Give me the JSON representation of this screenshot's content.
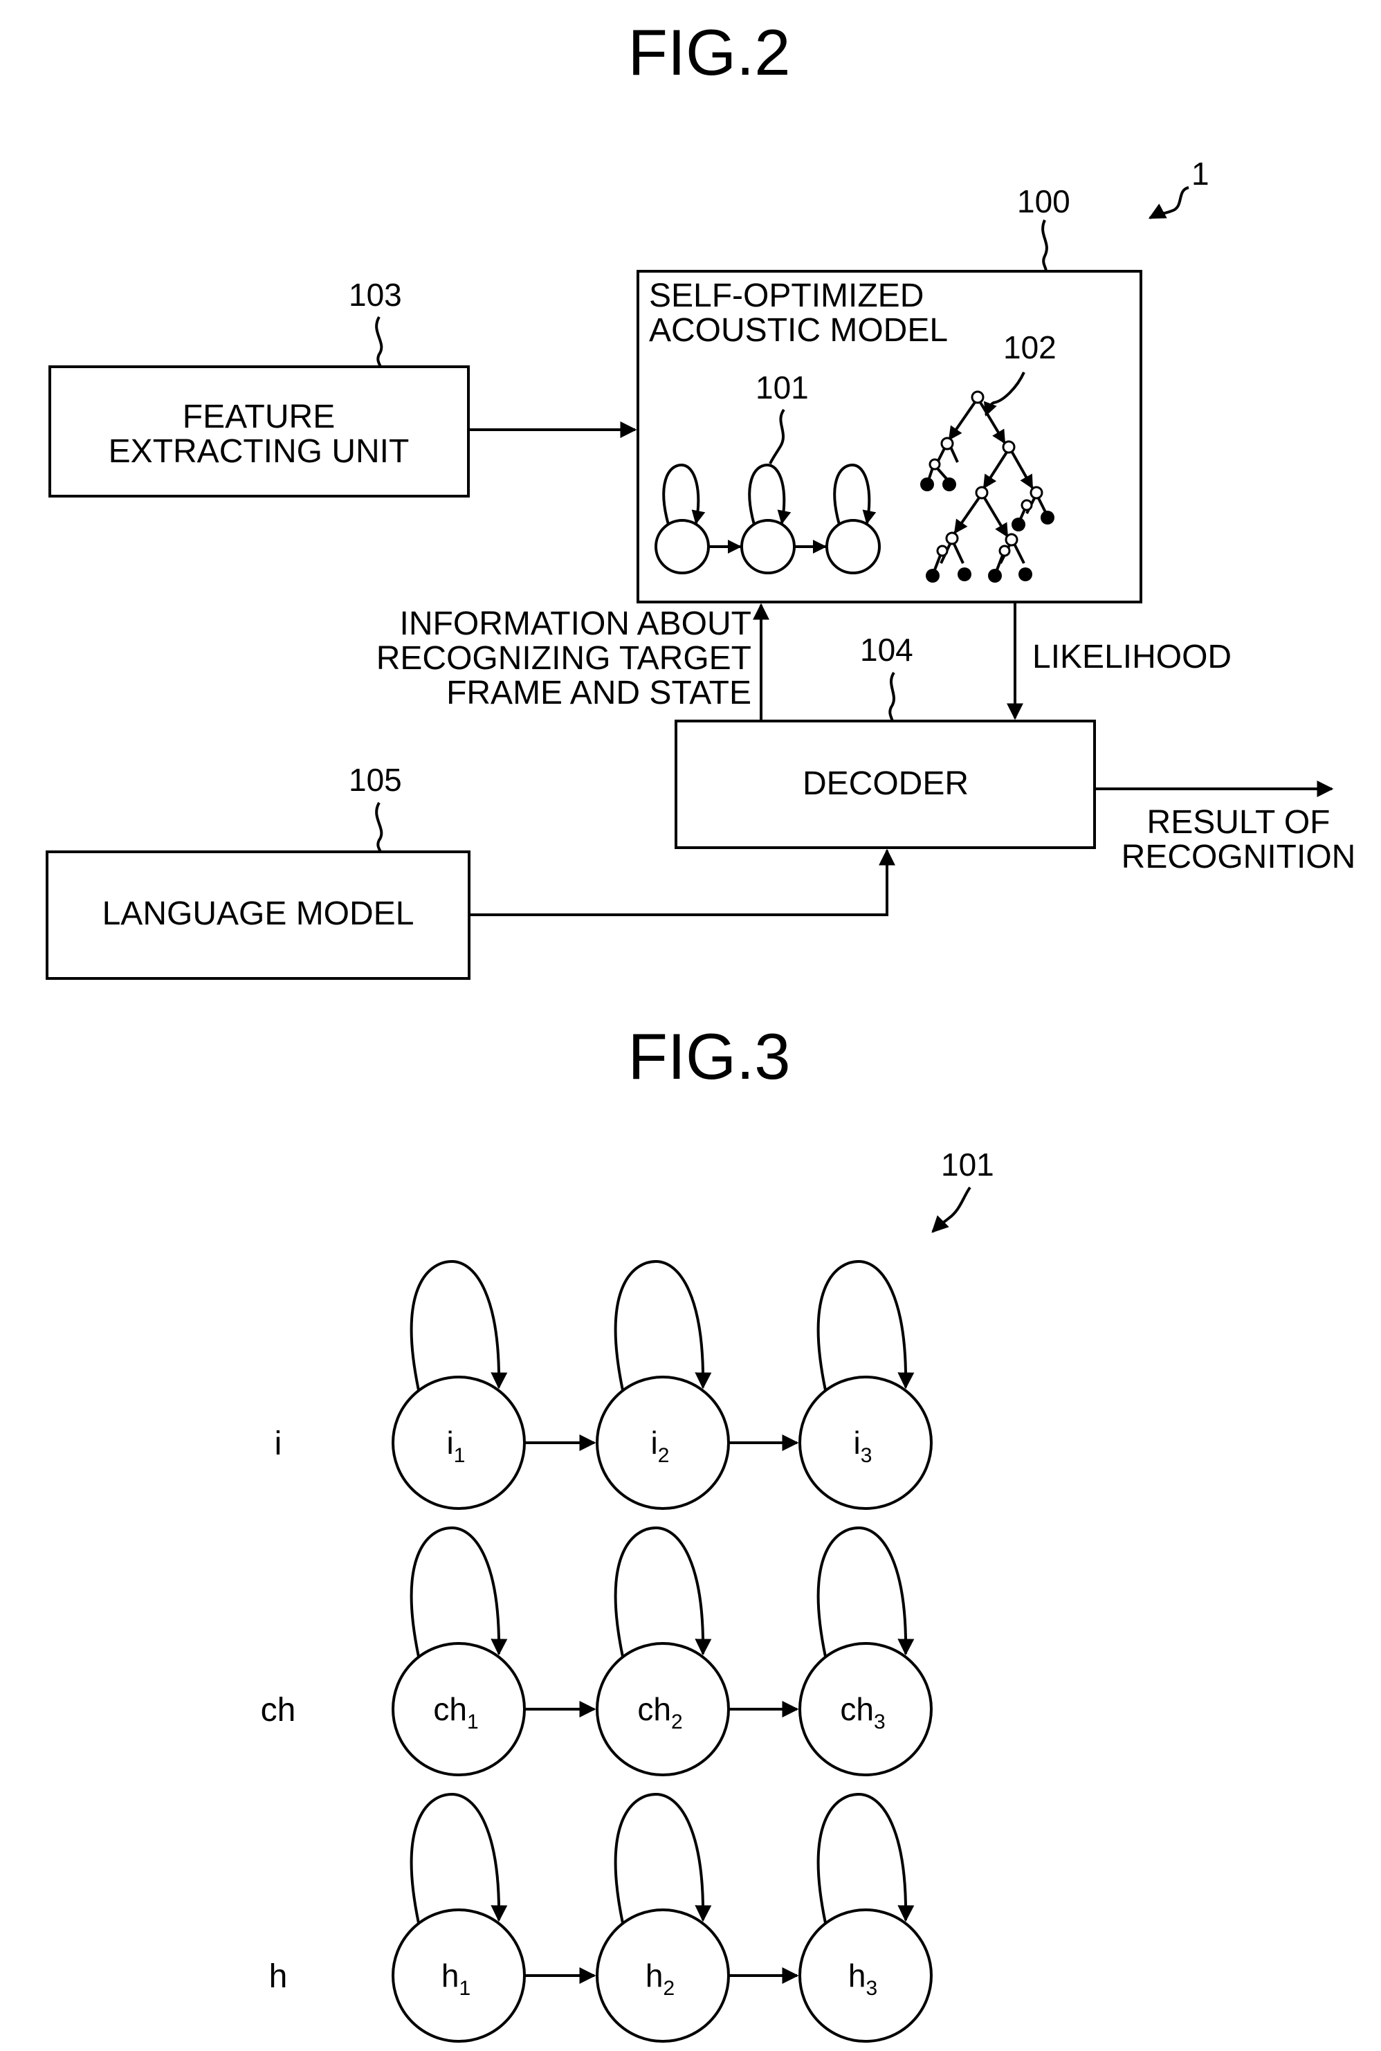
{
  "fig2": {
    "title": "FIG.2",
    "system_ref": "1",
    "acoustic_model": {
      "ref": "100",
      "line1": "SELF-OPTIMIZED",
      "line2": "ACOUSTIC MODEL",
      "hmm_ref": "101",
      "tree_ref": "102"
    },
    "feature_unit": {
      "ref": "103",
      "line1": "FEATURE",
      "line2": "EXTRACTING UNIT"
    },
    "decoder": {
      "ref": "104",
      "label": "DECODER"
    },
    "language_model": {
      "ref": "105",
      "label": "LANGUAGE MODEL"
    },
    "info_label": {
      "line1": "INFORMATION ABOUT",
      "line2": "RECOGNIZING TARGET",
      "line3": "FRAME AND STATE"
    },
    "likelihood_label": "LIKELIHOOD",
    "result_label": {
      "line1": "RESULT OF",
      "line2": "RECOGNITION"
    }
  },
  "fig3": {
    "title": "FIG.3",
    "ref": "101",
    "rows": [
      {
        "label": "i",
        "states": [
          {
            "base": "i",
            "sub": "1"
          },
          {
            "base": "i",
            "sub": "2"
          },
          {
            "base": "i",
            "sub": "3"
          }
        ]
      },
      {
        "label": "ch",
        "states": [
          {
            "base": "ch",
            "sub": "1"
          },
          {
            "base": "ch",
            "sub": "2"
          },
          {
            "base": "ch",
            "sub": "3"
          }
        ]
      },
      {
        "label": "h",
        "states": [
          {
            "base": "h",
            "sub": "1"
          },
          {
            "base": "h",
            "sub": "2"
          },
          {
            "base": "h",
            "sub": "3"
          }
        ]
      }
    ]
  }
}
